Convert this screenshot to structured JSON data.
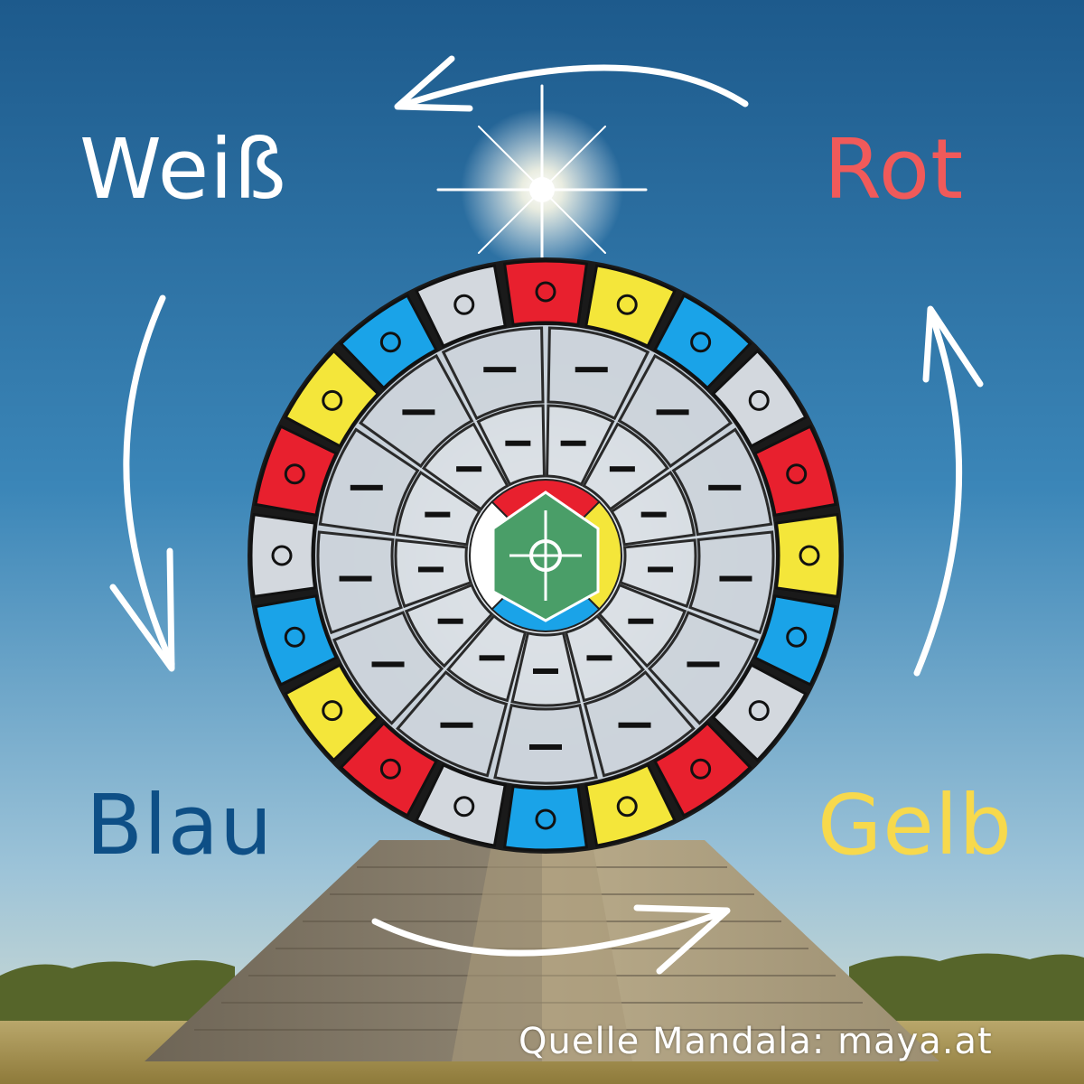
{
  "labels": {
    "white": "Weiß",
    "red": "Rot",
    "blue": "Blau",
    "yellow": "Gelb"
  },
  "credit": "Quelle Mandala: maya.at",
  "colors": {
    "white": "#ffffff",
    "red": "#f05a5a",
    "blue": "#0e4f86",
    "yellow": "#f7d94c",
    "glyph_red": "#e8202e",
    "glyph_yellow": "#f4e63a",
    "glyph_blue": "#1aa3e8",
    "glyph_white": "#d3d8de",
    "center_green": "#4a9e68"
  },
  "ring_colors": [
    "red",
    "yellow",
    "blue",
    "white"
  ]
}
